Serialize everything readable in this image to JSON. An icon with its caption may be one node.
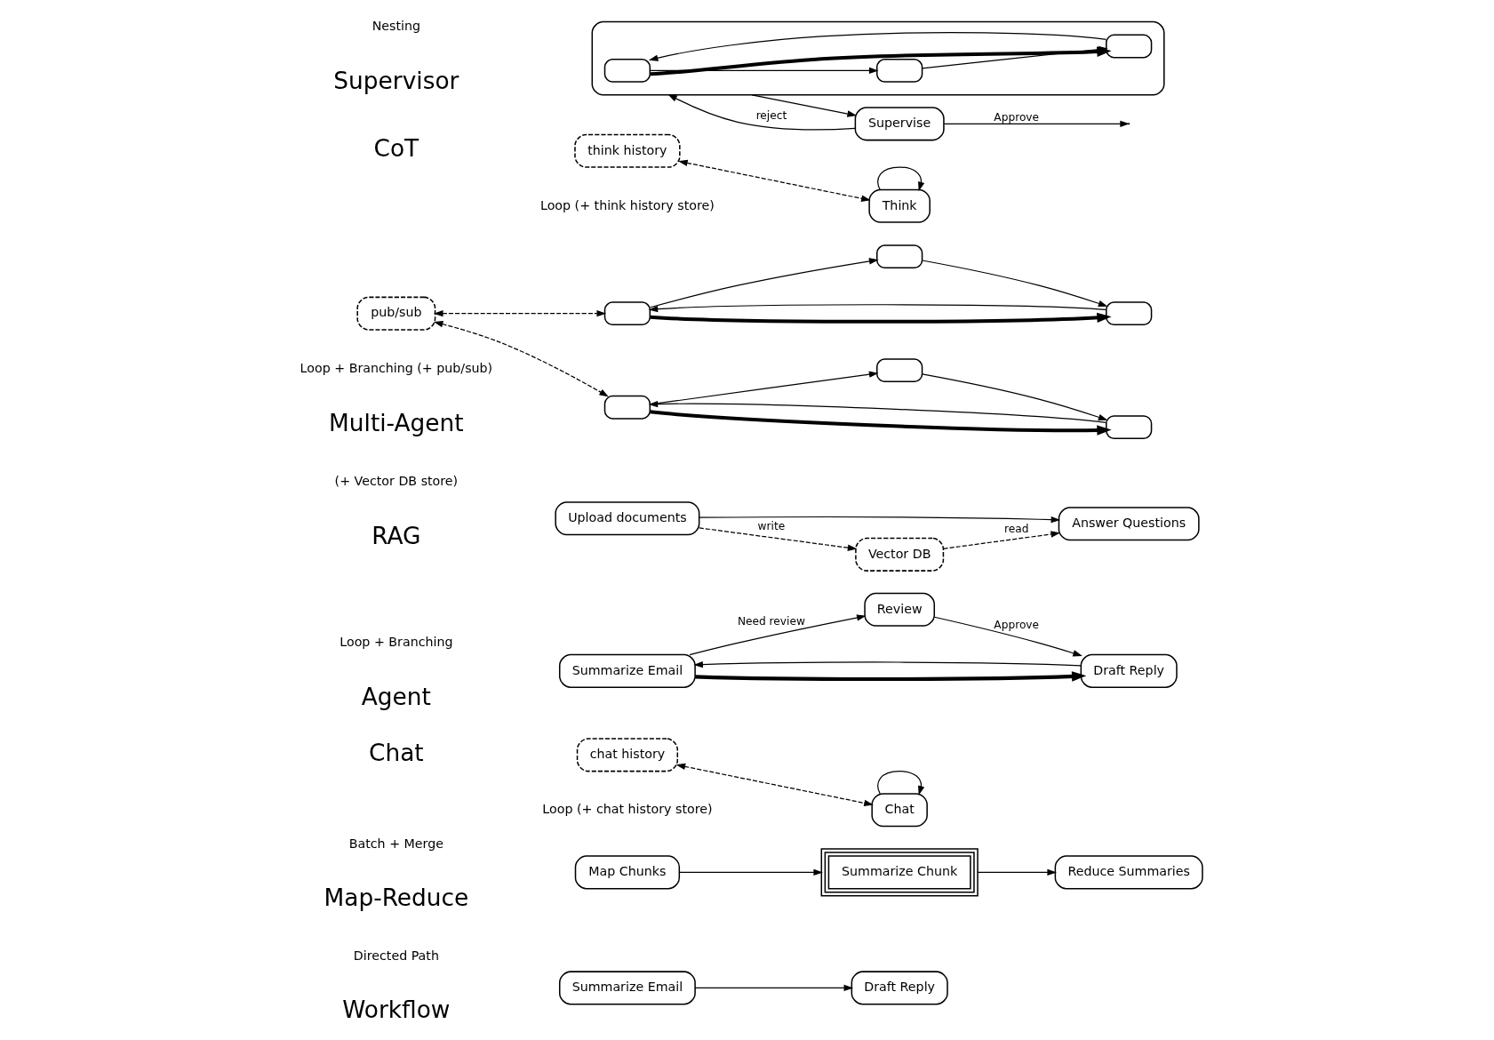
{
  "diagram": {
    "nodes": [
      {
        "text": [
          "Summarize Email"
        ]
      },
      {
        "text": [
          "Draft Reply"
        ]
      },
      {
        "text": [
          "Map Chunks"
        ]
      },
      {
        "text": [
          "Summarize Chunk"
        ]
      },
      {
        "text": [
          "Reduce Summaries"
        ]
      },
      {
        "text": [
          "Chat"
        ]
      },
      {
        "text": [
          "chat history"
        ]
      },
      {
        "text": [
          "Review"
        ]
      },
      {
        "text": [
          "Summarize Email"
        ]
      },
      {
        "text": [
          "Draft Reply"
        ]
      },
      {
        "text": [
          "Upload documents"
        ]
      },
      {
        "text": [
          "Answer Questions"
        ]
      },
      {
        "text": [
          "Vector DB"
        ]
      },
      {
        "text": [],
        "shape": "box"
      },
      {
        "text": [],
        "shape": "box"
      },
      {
        "text": [],
        "shape": "box"
      },
      {
        "text": [],
        "shape": "box"
      },
      {
        "text": [],
        "shape": "box"
      },
      {
        "text": [],
        "shape": "box"
      },
      {
        "text": [
          "pub/sub"
        ]
      },
      {
        "text": [
          "Think"
        ]
      },
      {
        "text": [
          "think history"
        ]
      },
      {
        "text": [],
        "shape": "box"
      },
      {
        "text": [],
        "shape": "box",
        "in": 22
      },
      {
        "text": [],
        "shape": "box",
        "in": 22
      },
      {
        "text": [],
        "shape": "box",
        "in": 22
      },
      {
        "text": [
          "Supervise"
        ]
      }
    ],
    "edges": [
      {
        "from": 0,
        "to": 1,
        "arrow": "to"
      },
      {
        "from": 2,
        "to": 3,
        "arrow": "to"
      },
      {
        "from": 3,
        "to": 4,
        "arrow": "to"
      },
      {
        "from": 5,
        "to": 5,
        "arrow": "to"
      },
      {
        "from": 6,
        "to": 5,
        "arrow": "both",
        "style": "dashed"
      },
      {
        "from": 8,
        "to": 7,
        "arrow": "to",
        "label": "Need review"
      },
      {
        "from": 7,
        "to": 9,
        "arrow": "to",
        "label": "Approve"
      },
      {
        "from": 8,
        "to": 9,
        "arrow": "to",
        "style": "thick"
      },
      {
        "from": 9,
        "to": 8,
        "arrow": "to"
      },
      {
        "from": 10,
        "to": 11,
        "arrow": "to"
      },
      {
        "from": 10,
        "to": 12,
        "arrow": "to",
        "label": "write",
        "style": "dashed"
      },
      {
        "from": 12,
        "to": 11,
        "arrow": "to",
        "label": "read",
        "style": "dashed"
      },
      {
        "from": 13,
        "to": 14,
        "arrow": "to"
      },
      {
        "from": 14,
        "to": 15,
        "arrow": "to"
      },
      {
        "from": 13,
        "to": 15,
        "arrow": "to",
        "style": "thick"
      },
      {
        "from": 15,
        "to": 13,
        "arrow": "to"
      },
      {
        "from": 16,
        "to": 17,
        "arrow": "to"
      },
      {
        "from": 17,
        "to": 18,
        "arrow": "to"
      },
      {
        "from": 16,
        "to": 18,
        "arrow": "to",
        "style": "thick"
      },
      {
        "from": 18,
        "to": 16,
        "arrow": "to"
      },
      {
        "from": 19,
        "to": 13,
        "arrow": "both",
        "style": "dashed"
      },
      {
        "from": 19,
        "to": 16,
        "arrow": "both",
        "style": "dashed"
      },
      {
        "from": 20,
        "to": 20,
        "arrow": "to"
      },
      {
        "from": 21,
        "to": 20,
        "arrow": "both",
        "style": "dashed"
      },
      {
        "from": 23,
        "to": 24,
        "arrow": "to"
      },
      {
        "from": 24,
        "to": 25,
        "arrow": "to"
      },
      {
        "from": 23,
        "to": 25,
        "arrow": "to",
        "style": "thick"
      },
      {
        "from": 25,
        "to": 23,
        "arrow": "to"
      },
      {
        "from": 22,
        "to": 26,
        "arrow": "to"
      },
      {
        "from": 26,
        "to": 22,
        "arrow": "to",
        "label": "reject"
      },
      {
        "from": 26,
        "to": null,
        "arrow": "to",
        "label": "Approve"
      }
    ],
    "labels": [
      "Directed Path",
      "Workflow",
      "Batch + Merge",
      "Map-Reduce",
      "Loop (+ chat history store)",
      "Loop + Branching",
      "Chat",
      "Agent",
      "(+ Vector DB store)",
      "Loop + Branching (+ pub/sub)",
      "RAG",
      "Multi-Agent",
      "Loop (+ think history store)",
      "Nesting",
      "CoT",
      "Supervisor"
    ]
  }
}
